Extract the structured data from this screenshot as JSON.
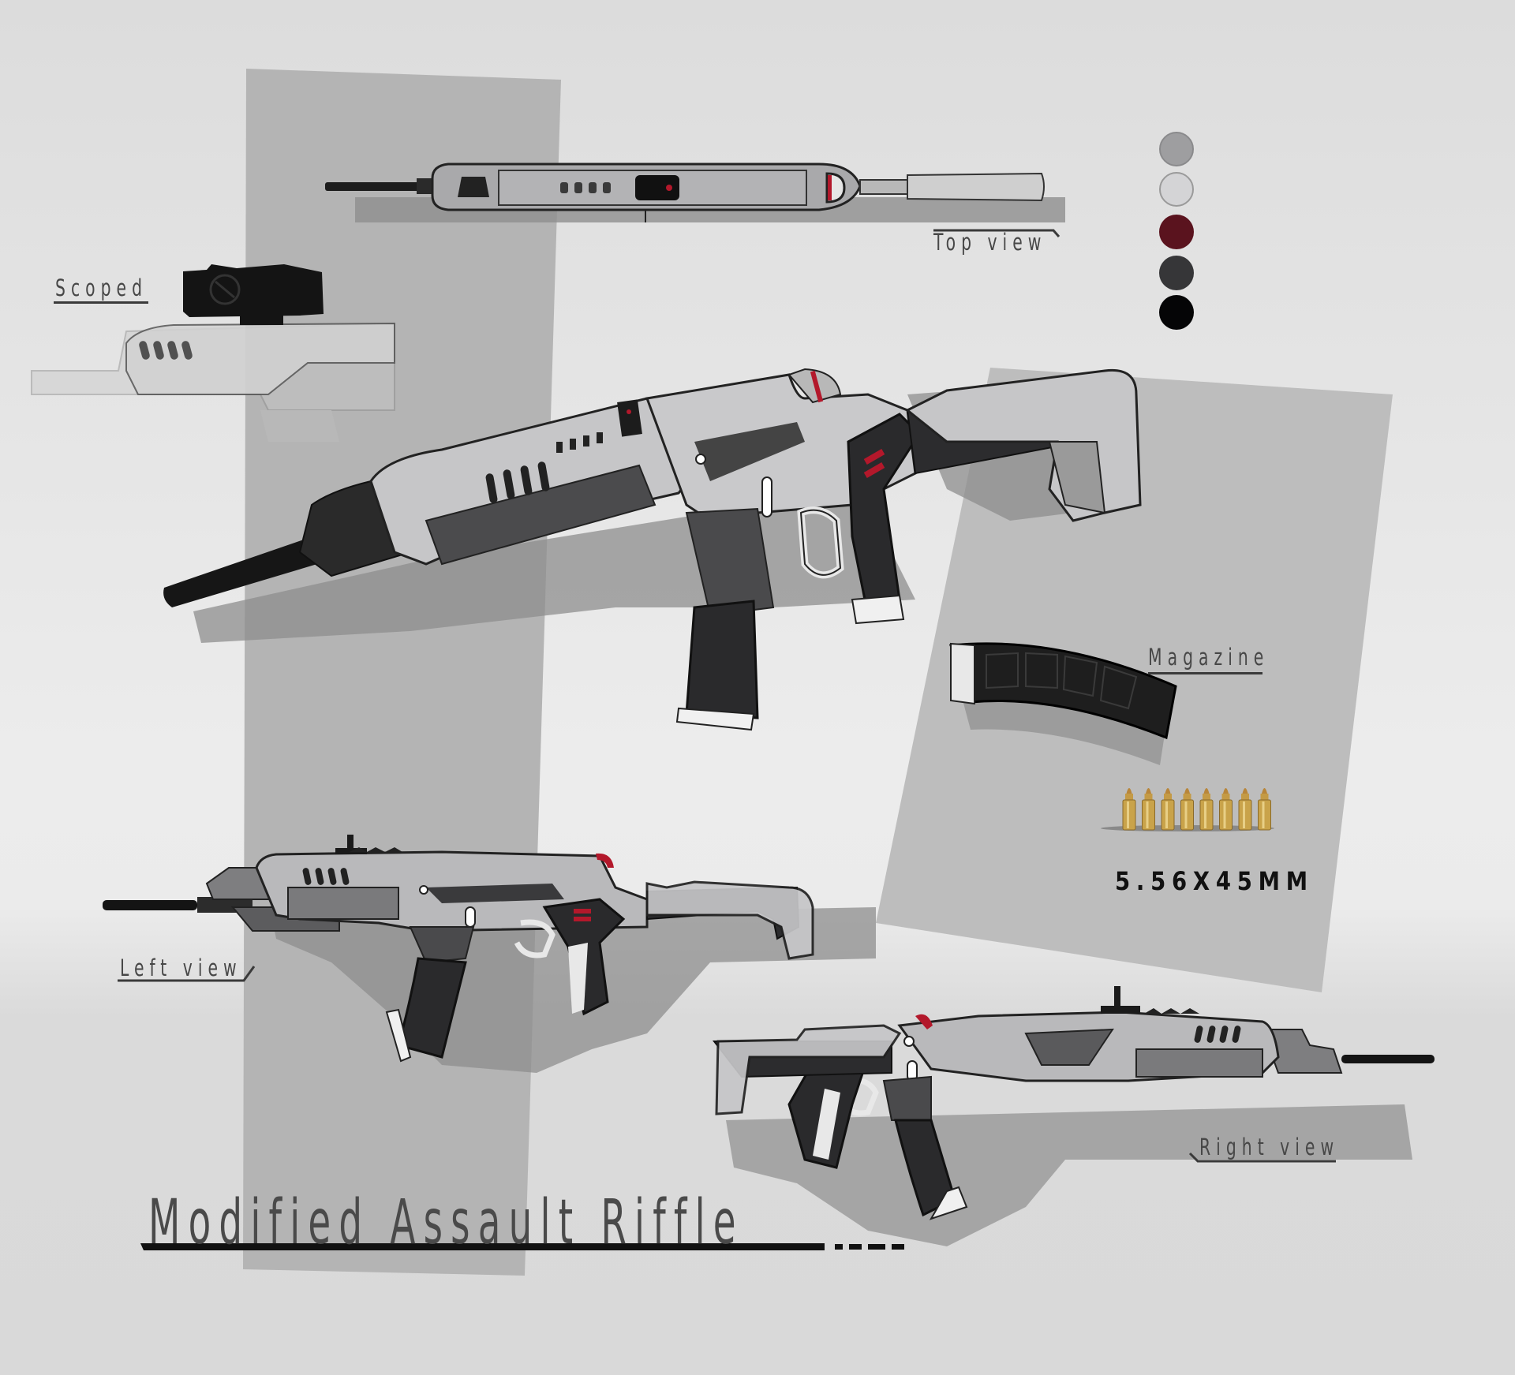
{
  "title": "Modified Assault Riffle",
  "labels": {
    "top_view": "Top view",
    "scoped": "Scoped",
    "magazine": "Magazine",
    "left_view": "Left view",
    "right_view": "Right view"
  },
  "ammo": {
    "caliber": "5.56X45MM",
    "round_count": 8
  },
  "palette": [
    {
      "name": "medium-gray",
      "hex": "#9e9ea0"
    },
    {
      "name": "light-gray",
      "hex": "#d4d4d6"
    },
    {
      "name": "dark-red",
      "hex": "#5a131e"
    },
    {
      "name": "charcoal",
      "hex": "#363638"
    },
    {
      "name": "black",
      "hex": "#050506"
    }
  ],
  "colors": {
    "background": "#dcdcdc",
    "panel": "#b4b4b4",
    "panel_right": "#bdbdbd",
    "body_metal": "#c4c4c6",
    "dark_polymer": "#2c2c2e",
    "accent_red": "#b3182b",
    "brass": "#c9a34a"
  }
}
